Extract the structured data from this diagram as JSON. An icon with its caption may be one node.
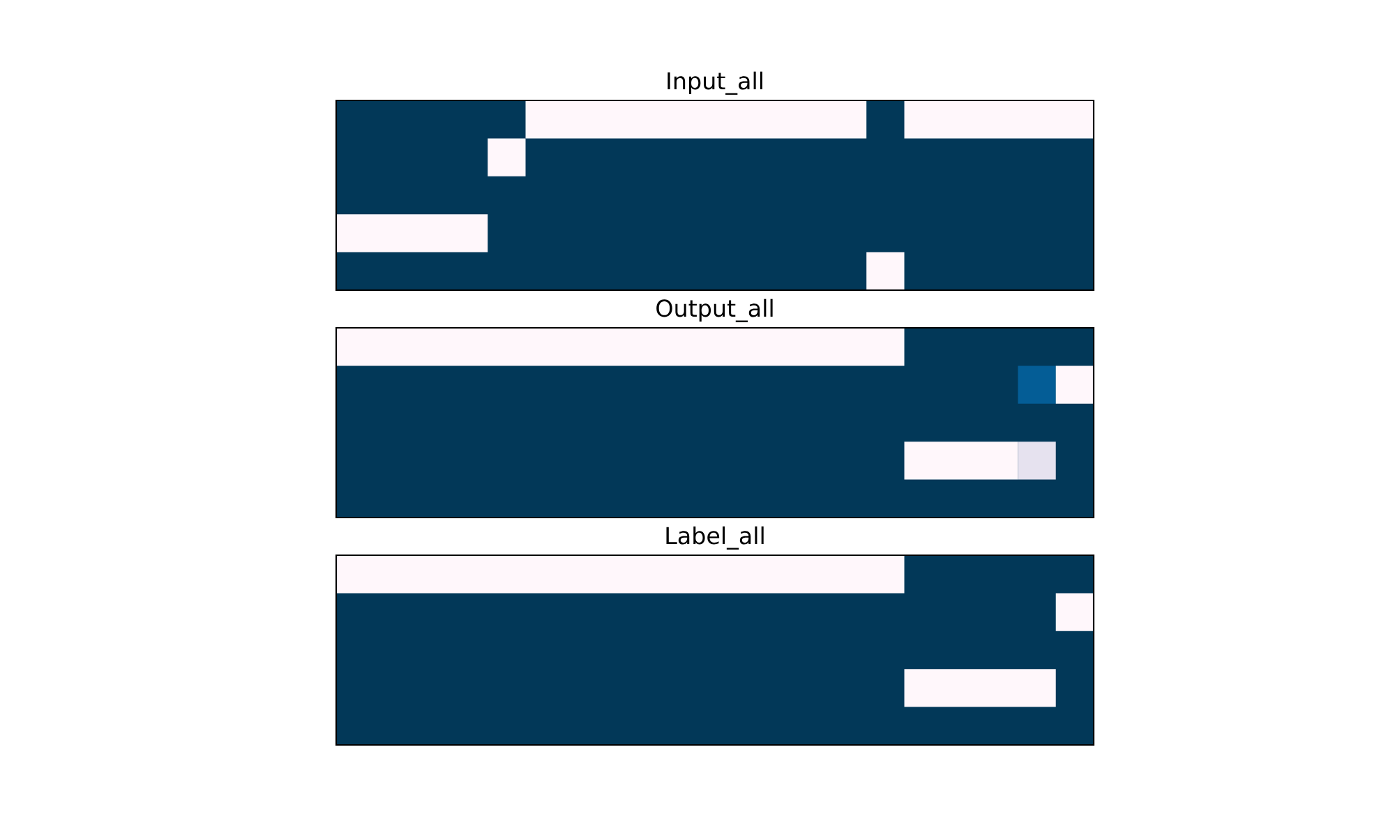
{
  "diagram": {
    "nodes": [
      {
        "text": [
          "Input_all"
        ]
      },
      {
        "text": [
          "Output_all"
        ]
      },
      {
        "text": [
          "Label_all"
        ]
      }
    ]
  }
}
